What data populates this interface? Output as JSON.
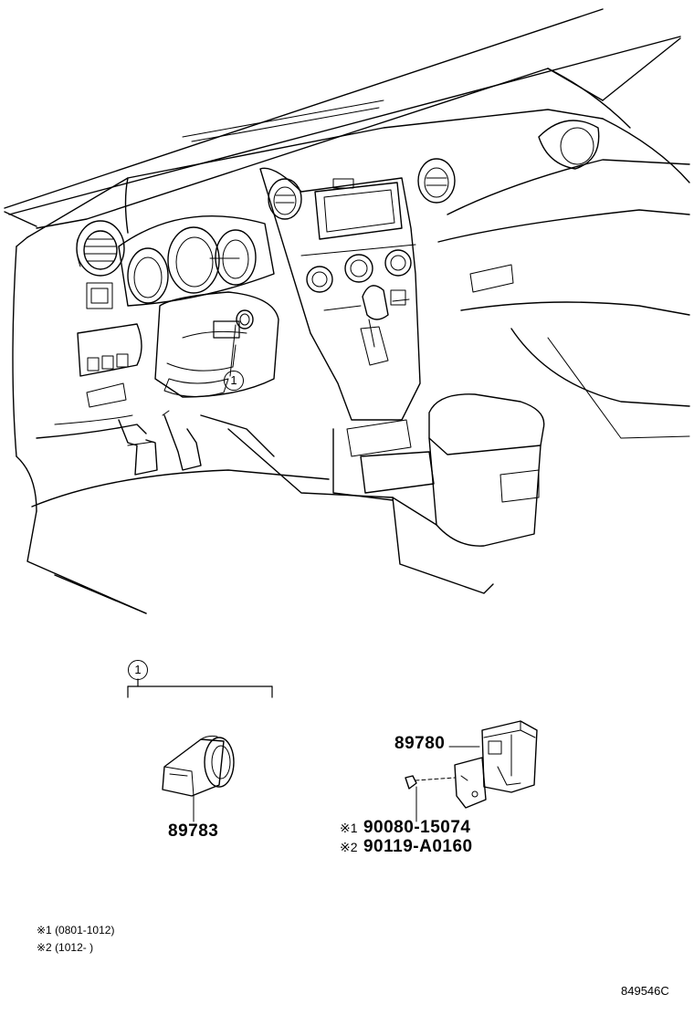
{
  "callouts": {
    "ref_label": "1"
  },
  "parts": {
    "part_89783": "89783",
    "part_89780": "89780",
    "bolt_1_mark": "※1",
    "bolt_1_number": "90080-15074",
    "bolt_2_mark": "※2",
    "bolt_2_number": "90119-A0160"
  },
  "footnotes": {
    "note_1": "※1 (0801-1012)",
    "note_2": "※2 (1012-      )"
  },
  "diagram_code": "849546C"
}
